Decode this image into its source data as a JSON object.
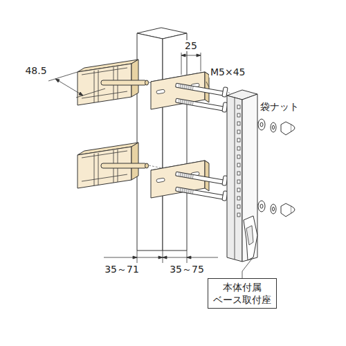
{
  "diagram": {
    "nodes": [
      {
        "text": [
          "本体付属 ベース取付座"
        ]
      }
    ],
    "labels": [
      "48.5",
      "25",
      "M5×45",
      "袋ナット",
      "35～71",
      "35～75"
    ]
  }
}
